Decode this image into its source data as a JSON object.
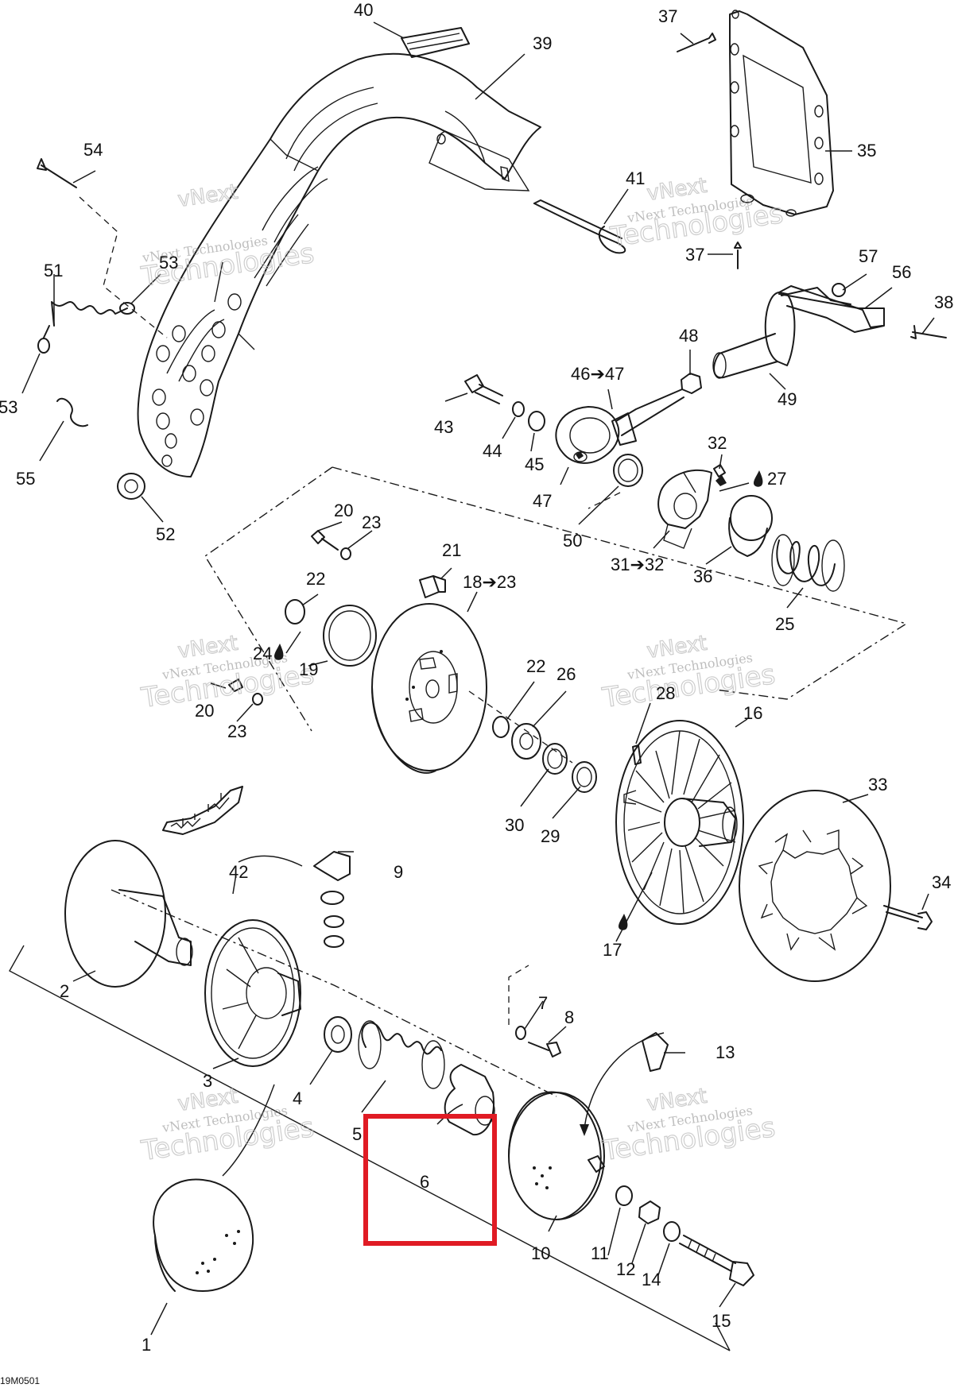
{
  "diagram": {
    "reference_code": "19M0501",
    "watermark": {
      "line1": "vNext Technologies",
      "line2": "vNext",
      "line3": "Technologies"
    },
    "highlight": {
      "color": "#e01b24",
      "target_callout": "6"
    },
    "callouts": {
      "c1": "1",
      "c2": "2",
      "c3": "3",
      "c4": "4",
      "c5": "5",
      "c6": "6",
      "c7": "7",
      "c8": "8",
      "c9": "9",
      "c10": "10",
      "c11": "11",
      "c12": "12",
      "c13": "13",
      "c14": "14",
      "c15": "15",
      "c16": "16",
      "c17": "17",
      "c18": "18➔23",
      "c19": "19",
      "c20a": "20",
      "c20b": "20",
      "c21": "21",
      "c22a": "22",
      "c22b": "22",
      "c23a": "23",
      "c23b": "23",
      "c24": "24",
      "c25": "25",
      "c26": "26",
      "c27": "27",
      "c28": "28",
      "c29": "29",
      "c30": "30",
      "c31": "31➔32",
      "c32": "32",
      "c33": "33",
      "c34": "34",
      "c35": "35",
      "c36": "36",
      "c37a": "37",
      "c37b": "37",
      "c38": "38",
      "c39": "39",
      "c40": "40",
      "c41": "41",
      "c42": "42",
      "c43": "43",
      "c44": "44",
      "c45": "45",
      "c46": "46➔47",
      "c47": "47",
      "c48": "48",
      "c49": "49",
      "c50": "50",
      "c51": "51",
      "c52": "52",
      "c53a": "53",
      "c53b": "53",
      "c54": "54",
      "c55": "55",
      "c56": "56",
      "c57": "57"
    },
    "icons": {
      "lubricant": "oil-drop-icon"
    }
  }
}
